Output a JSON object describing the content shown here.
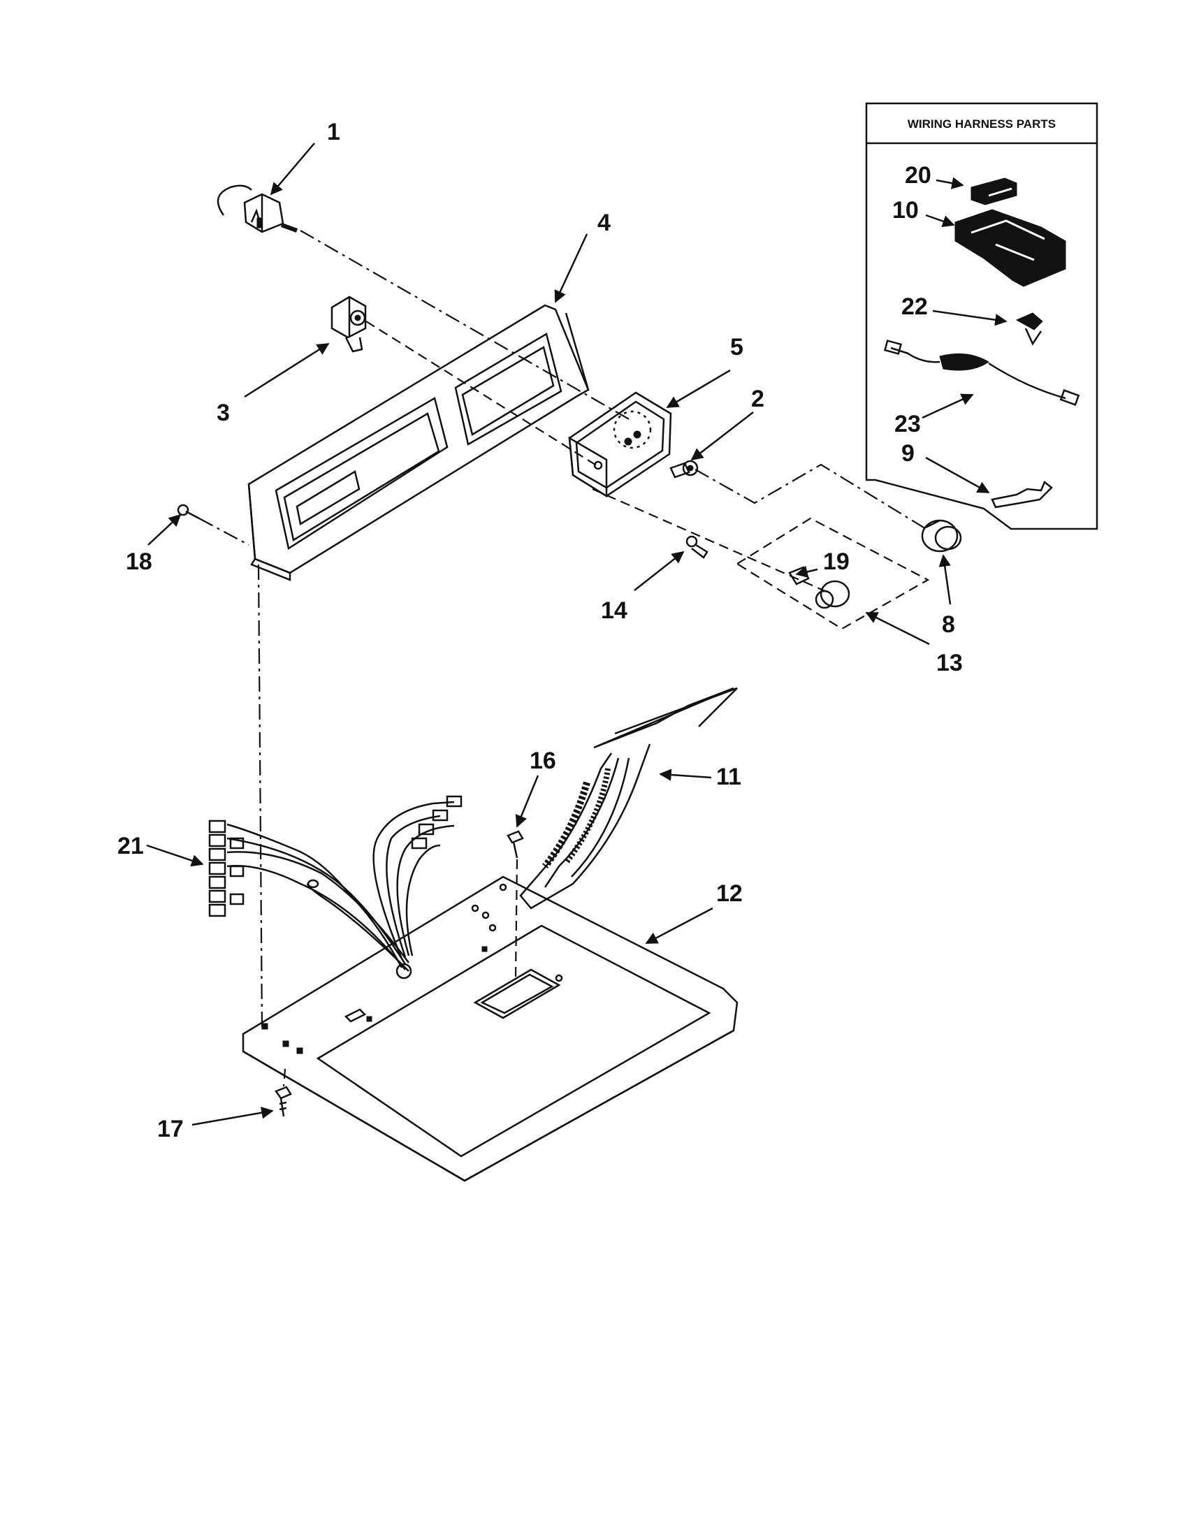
{
  "inset": {
    "title": "WIRING HARNESS PARTS"
  },
  "labels": {
    "p1": "1",
    "p2": "2",
    "p3": "3",
    "p4": "4",
    "p5": "5",
    "p8": "8",
    "p9": "9",
    "p10": "10",
    "p11": "11",
    "p12": "12",
    "p13": "13",
    "p14": "14",
    "p16": "16",
    "p17": "17",
    "p18": "18",
    "p19": "19",
    "p20": "20",
    "p21": "21",
    "p22": "22",
    "p23": "23"
  }
}
